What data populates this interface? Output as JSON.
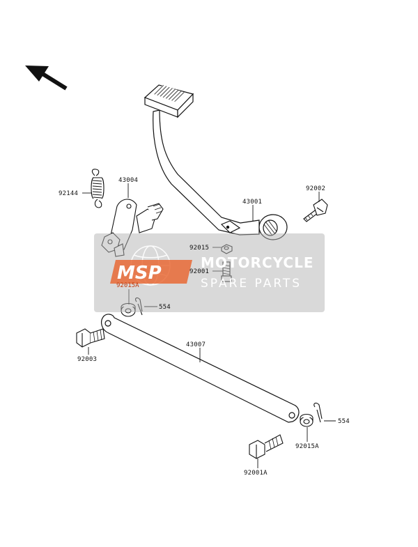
{
  "labels": {
    "p43004": "43004",
    "p92144": "92144",
    "p43001": "43001",
    "p92002": "92002",
    "p92015": "92015",
    "p92001": "92001",
    "p92015a_top": "92015A",
    "p554_top": "554",
    "p92003": "92003",
    "p43007": "43007",
    "p554_bottom": "554",
    "p92015a_bottom": "92015A",
    "p92001a": "92001A"
  },
  "watermark": {
    "logo_text": "MSP",
    "line1": "MOTORCYCLE",
    "line2": "SPARE PARTS",
    "accent_color": "#e8622a"
  },
  "icons": {
    "direction_arrow": "arrow-up-left-icon"
  }
}
